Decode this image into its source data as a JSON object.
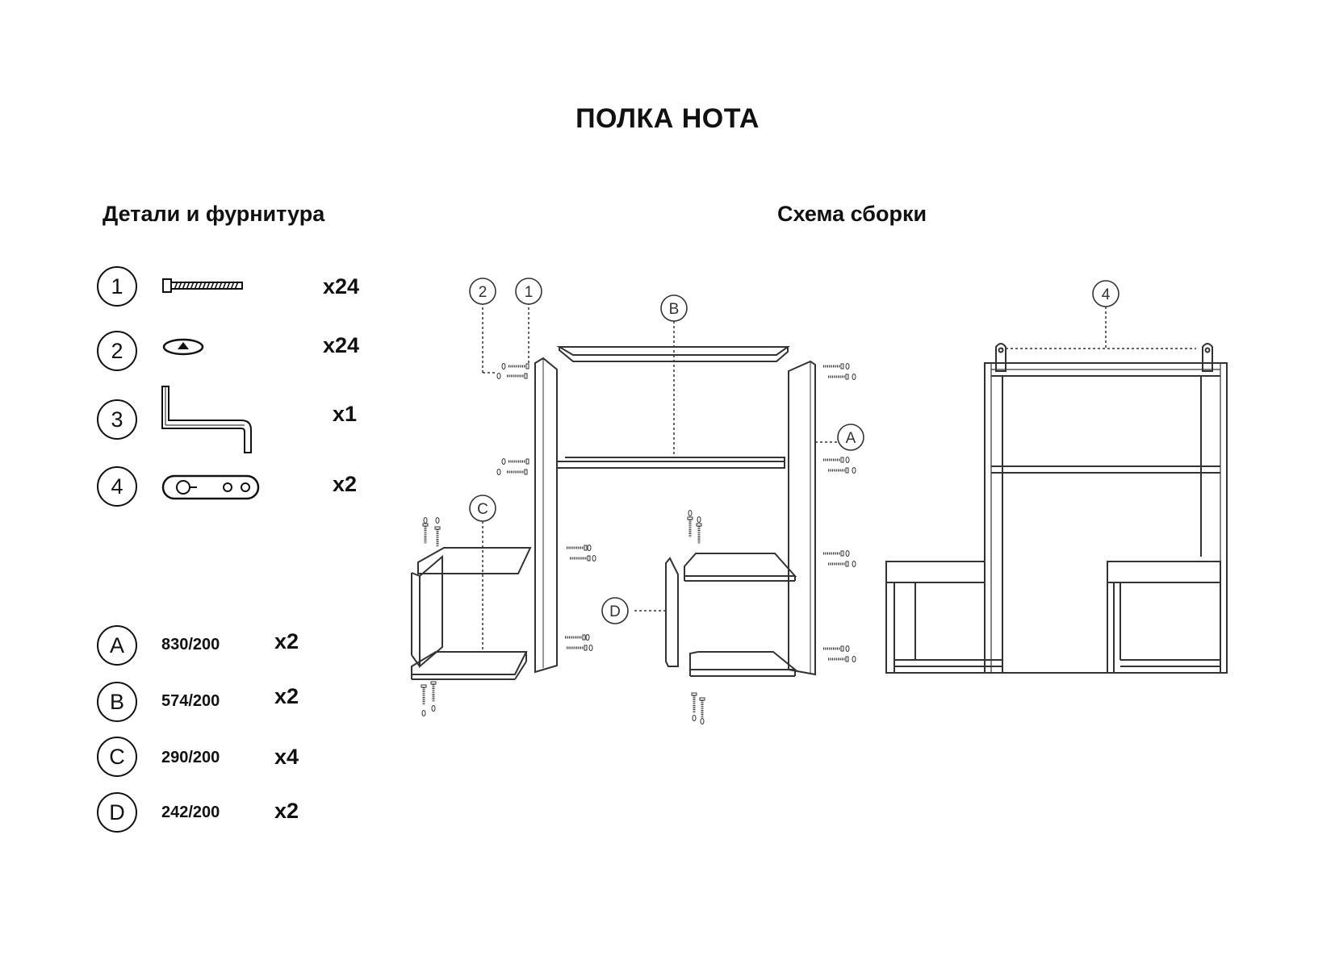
{
  "title": "ПОЛКА НОТА",
  "sections": {
    "parts": "Детали и фурнитура",
    "scheme": "Схема сборки"
  },
  "hardware": [
    {
      "id": "1",
      "icon": "screw-icon",
      "qty": "x24"
    },
    {
      "id": "2",
      "icon": "screw-cap-icon",
      "qty": "x24"
    },
    {
      "id": "3",
      "icon": "hex-key-icon",
      "qty": "x1"
    },
    {
      "id": "4",
      "icon": "hanging-bracket-icon",
      "qty": "x2"
    }
  ],
  "panels": [
    {
      "id": "A",
      "size": "830/200",
      "qty": "x2"
    },
    {
      "id": "B",
      "size": "574/200",
      "qty": "x2"
    },
    {
      "id": "C",
      "size": "290/200",
      "qty": "x4"
    },
    {
      "id": "D",
      "size": "242/200",
      "qty": "x2"
    }
  ],
  "diagram_labels": {
    "screw": "1",
    "cap": "2",
    "bracket": "4",
    "panel_a": "A",
    "panel_b": "B",
    "panel_c": "C",
    "panel_d": "D"
  }
}
